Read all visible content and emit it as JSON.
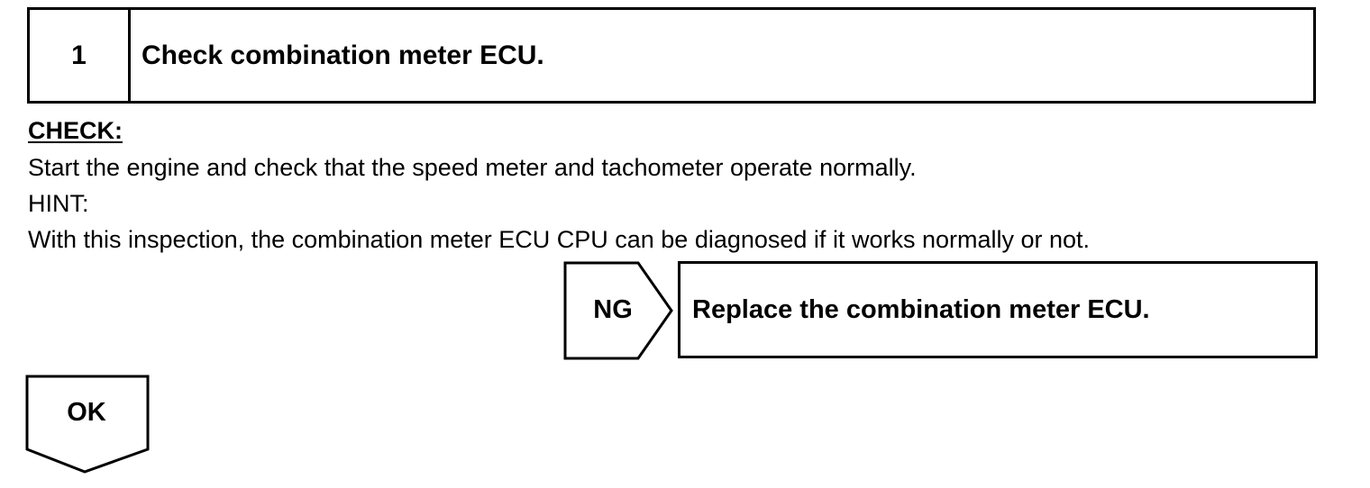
{
  "step": {
    "number": "1",
    "title": "Check combination meter ECU."
  },
  "check": {
    "label": "CHECK:",
    "instruction": "Start the engine and check that the speed meter and tachometer operate normally.",
    "hint_label": "HINT:",
    "hint_text": "With this inspection, the combination meter ECU CPU can be diagnosed if it works normally or not."
  },
  "ng_branch": {
    "label": "NG",
    "result": "Replace the combination meter ECU."
  },
  "ok_branch": {
    "label": "OK"
  }
}
